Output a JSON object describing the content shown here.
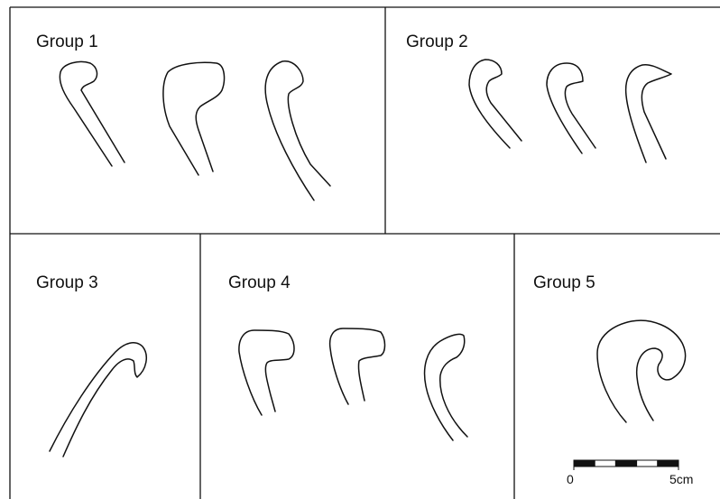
{
  "groups": [
    {
      "id": "group-1",
      "label": "Group 1",
      "profile_count": 3
    },
    {
      "id": "group-2",
      "label": "Group 2",
      "profile_count": 3
    },
    {
      "id": "group-3",
      "label": "Group 3",
      "profile_count": 1
    },
    {
      "id": "group-4",
      "label": "Group 4",
      "profile_count": 3
    },
    {
      "id": "group-5",
      "label": "Group 5",
      "profile_count": 1
    }
  ],
  "scale_bar": {
    "start_label": "0",
    "end_label": "5cm",
    "segments": 5,
    "colors": {
      "dark": "#111111",
      "light": "#ffffff"
    }
  },
  "line_color": "#111111"
}
